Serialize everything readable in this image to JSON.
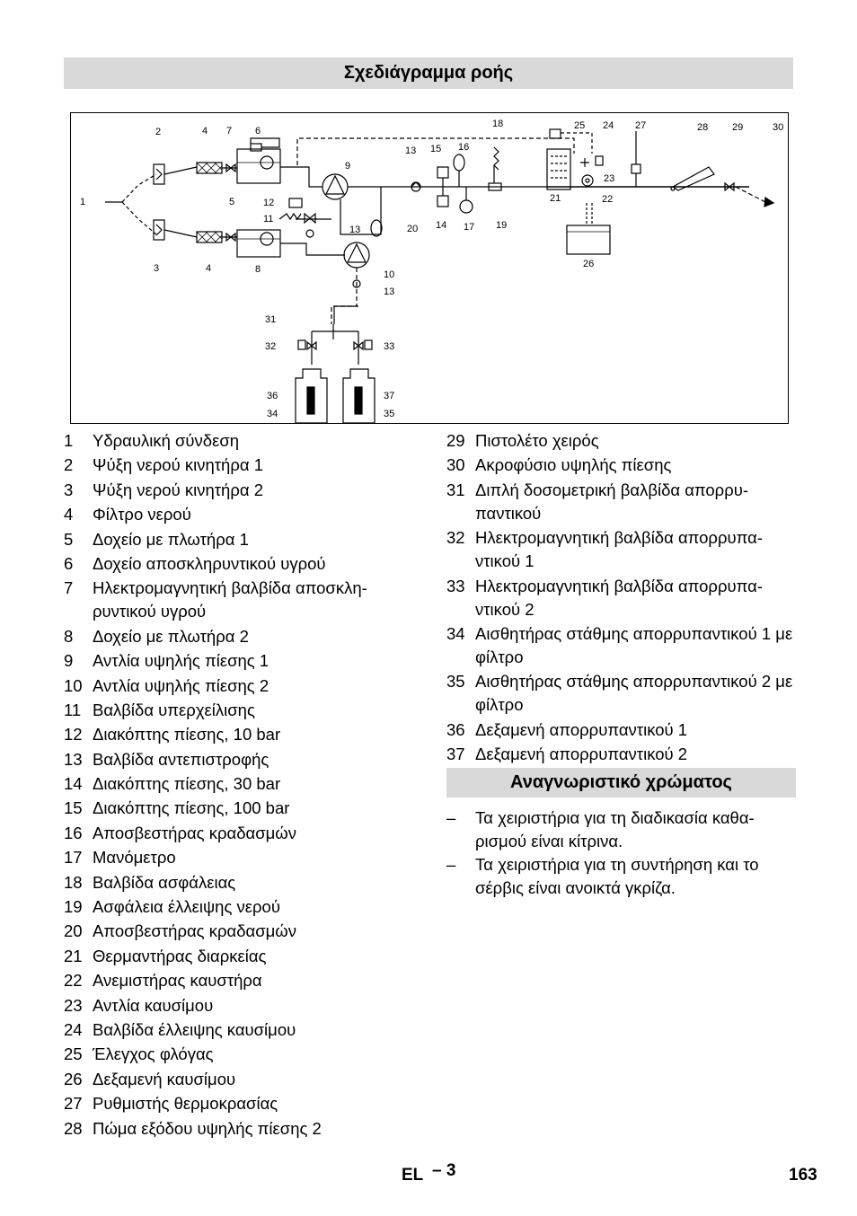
{
  "title": "Σχεδιάγραμμα ροής",
  "diagram_labels": [
    "1",
    "2",
    "3",
    "4",
    "4",
    "5",
    "6",
    "7",
    "8",
    "9",
    "10",
    "11",
    "12",
    "13",
    "13",
    "13",
    "14",
    "15",
    "16",
    "17",
    "18",
    "19",
    "20",
    "21",
    "22",
    "23",
    "24",
    "25",
    "26",
    "27",
    "28",
    "29",
    "30",
    "31",
    "32",
    "33",
    "34",
    "35",
    "36",
    "37"
  ],
  "legend_left": [
    {
      "n": "1",
      "t": "Υδραυλική σύνδεση"
    },
    {
      "n": "2",
      "t": "Ψύξη νερού κινητήρα 1"
    },
    {
      "n": "3",
      "t": "Ψύξη νερού κινητήρα 2"
    },
    {
      "n": "4",
      "t": "Φίλτρο νερού"
    },
    {
      "n": "5",
      "t": "Δοχείο με πλωτήρα 1"
    },
    {
      "n": "6",
      "t": "Δοχείο αποσκληρυντικού υγρού"
    },
    {
      "n": "7",
      "t": "Ηλεκτρομαγνητική βαλβίδα αποσκλη-ρυντικού υγρού"
    },
    {
      "n": "8",
      "t": "Δοχείο με πλωτήρα 2"
    },
    {
      "n": "9",
      "t": "Αντλία υψηλής πίεσης 1"
    },
    {
      "n": "10",
      "t": "Αντλία υψηλής πίεσης 2"
    },
    {
      "n": "11",
      "t": "Βαλβίδα υπερχείλισης"
    },
    {
      "n": "12",
      "t": "Διακόπτης πίεσης, 10 bar"
    },
    {
      "n": "13",
      "t": "Βαλβίδα αντεπιστροφής"
    },
    {
      "n": "14",
      "t": "Διακόπτης πίεσης, 30 bar"
    },
    {
      "n": "15",
      "t": "Διακόπτης πίεσης, 100 bar"
    },
    {
      "n": "16",
      "t": "Αποσβεστήρας κραδασμών"
    },
    {
      "n": "17",
      "t": "Μανόμετρο"
    },
    {
      "n": "18",
      "t": "Βαλβίδα ασφάλειας"
    },
    {
      "n": "19",
      "t": "Ασφάλεια έλλειψης νερού"
    },
    {
      "n": "20",
      "t": "Αποσβεστήρας κραδασμών"
    },
    {
      "n": "21",
      "t": "Θερμαντήρας διαρκείας"
    },
    {
      "n": "22",
      "t": "Ανεμιστήρας καυστήρα"
    },
    {
      "n": "23",
      "t": "Αντλία καυσίμου"
    },
    {
      "n": "24",
      "t": "Βαλβίδα έλλειψης καυσίμου"
    },
    {
      "n": "25",
      "t": "Έλεγχος φλόγας"
    },
    {
      "n": "26",
      "t": "Δεξαμενή καυσίμου"
    },
    {
      "n": "27",
      "t": "Ρυθμιστής θερμοκρασίας"
    },
    {
      "n": "28",
      "t": "Πώμα εξόδου υψηλής πίεσης 2"
    }
  ],
  "legend_right": [
    {
      "n": "29",
      "t": "Πιστολέτο χειρός"
    },
    {
      "n": "30",
      "t": "Ακροφύσιο υψηλής πίεσης"
    },
    {
      "n": "31",
      "t": "Διπλή δοσομετρική βαλβίδα απορρυ-παντικού"
    },
    {
      "n": "32",
      "t": "Ηλεκτρομαγνητική βαλβίδα απορρυπα-ντικού 1"
    },
    {
      "n": "33",
      "t": "Ηλεκτρομαγνητική βαλβίδα απορρυπα-ντικού 2"
    },
    {
      "n": "34",
      "t": "Αισθητήρας στάθμης απορρυπαντικού 1 με φίλτρο"
    },
    {
      "n": "35",
      "t": "Αισθητήρας στάθμης απορρυπαντικού 2 με φίλτρο"
    },
    {
      "n": "36",
      "t": "Δεξαμενή απορρυπαντικού 1"
    },
    {
      "n": "37",
      "t": "Δεξαμενή απορρυπαντικού 2"
    }
  ],
  "color_section": {
    "title": "Αναγνωριστικό χρώματος",
    "items": [
      {
        "dash": "–",
        "t": "Τα χειριστήρια για τη διαδικασία καθα-ρισμού είναι κίτρινα."
      },
      {
        "dash": "–",
        "t": "Τα χειριστήρια για τη συντήρηση και το σέρβις είναι ανοικτά γκρίζα."
      }
    ]
  },
  "footer": {
    "lang": "EL",
    "dash": "– 3",
    "page": "163"
  }
}
